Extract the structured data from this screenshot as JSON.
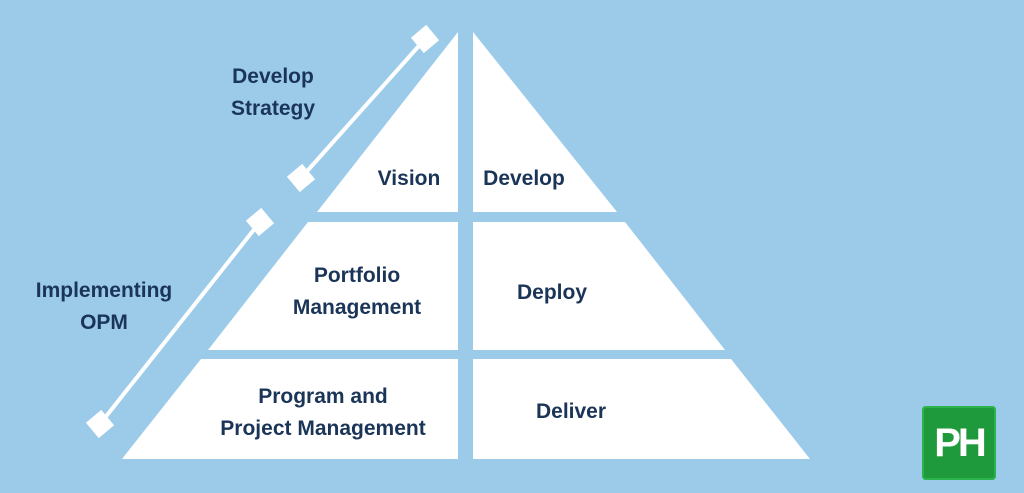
{
  "phases": {
    "develop_strategy": [
      "Develop",
      "Strategy"
    ],
    "implementing_opm": [
      "Implementing",
      "OPM"
    ]
  },
  "pyramid": {
    "left": {
      "top": [
        "Vision"
      ],
      "middle": [
        "Portfolio",
        "Management"
      ],
      "bottom": [
        "Program and",
        "Project Management"
      ]
    },
    "right": {
      "top": [
        "Develop"
      ],
      "middle": [
        "Deploy"
      ],
      "bottom": [
        "Deliver"
      ]
    }
  },
  "logo": {
    "text": "PH",
    "color": "#1e9a3c"
  },
  "colors": {
    "background": "#9ccbea",
    "pyramid": "#ffffff",
    "text": "#1b3558"
  }
}
